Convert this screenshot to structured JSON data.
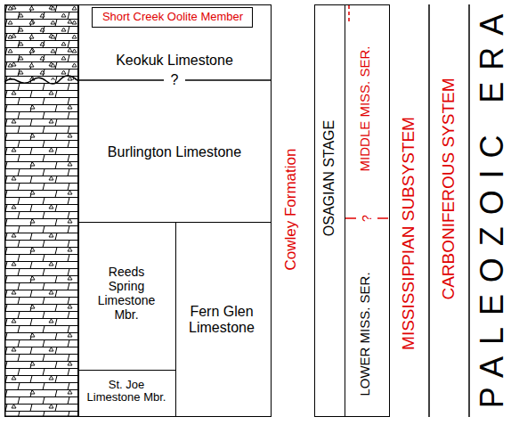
{
  "diagram": {
    "nodes": [
      {
        "text": [
          "Keokuk Limestone"
        ]
      },
      {
        "text": [
          "Short Creek Oolite Member"
        ],
        "in": 0
      },
      {
        "text": [
          "Burlington Limestone"
        ]
      },
      {
        "text": [
          "Reeds Spring Limestone Mbr."
        ]
      },
      {
        "text": [
          "St. Joe Limestone Mbr."
        ]
      },
      {
        "text": [
          "Fern Glen Limestone"
        ]
      },
      {
        "text": [
          "OSAGIAN STAGE"
        ]
      },
      {
        "text": [
          "MIDDLE MISS. SER."
        ]
      },
      {
        "text": [
          "LOWER MISS. SER."
        ]
      }
    ],
    "labels": [
      "?",
      "Cowley Formation",
      "?",
      "MISSISSIPPIAN SUBSYSTEM",
      "CARBONIFEROUS SYSTEM",
      "PALEOZOIC ERA"
    ]
  }
}
